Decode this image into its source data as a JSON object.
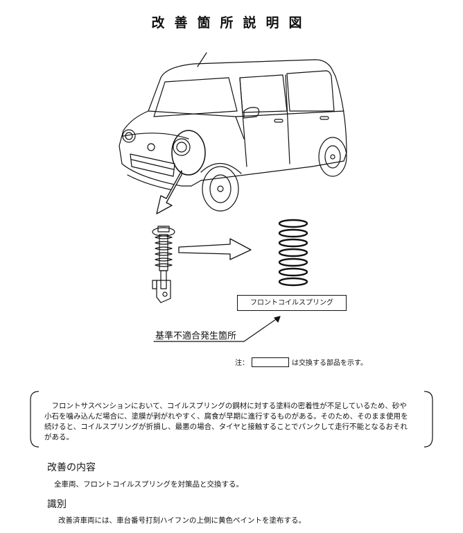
{
  "title": "改善箇所説明図",
  "part_label": "フロントコイルスプリング",
  "defect_label": "基準不適合発生箇所",
  "note": {
    "prefix": "注：",
    "suffix": "は交換する部品を示す。"
  },
  "description": "フロントサスペンションにおいて、コイルスプリングの鋼材に対する塗料の密着性が不足しているため、砂や小石を噛み込んだ場合に、塗膜が剥がれやすく、腐食が早期に進行するものがある。そのため、そのまま使用を続けると、コイルスプリングが折損し、最悪の場合、タイヤと接触することでパンクして走行不能となるおそれがある。",
  "remedy": {
    "heading": "改善の内容",
    "text": "全車両、フロントコイルスプリングを対策品と交換する。"
  },
  "identification": {
    "heading": "識別",
    "text": "改善済車両には、車台番号打刻ハイフンの上側に黄色ペイントを塗布する。"
  },
  "icons": [
    "car-illustration",
    "strut-assembly-illustration",
    "coil-spring-illustration",
    "arrow"
  ]
}
